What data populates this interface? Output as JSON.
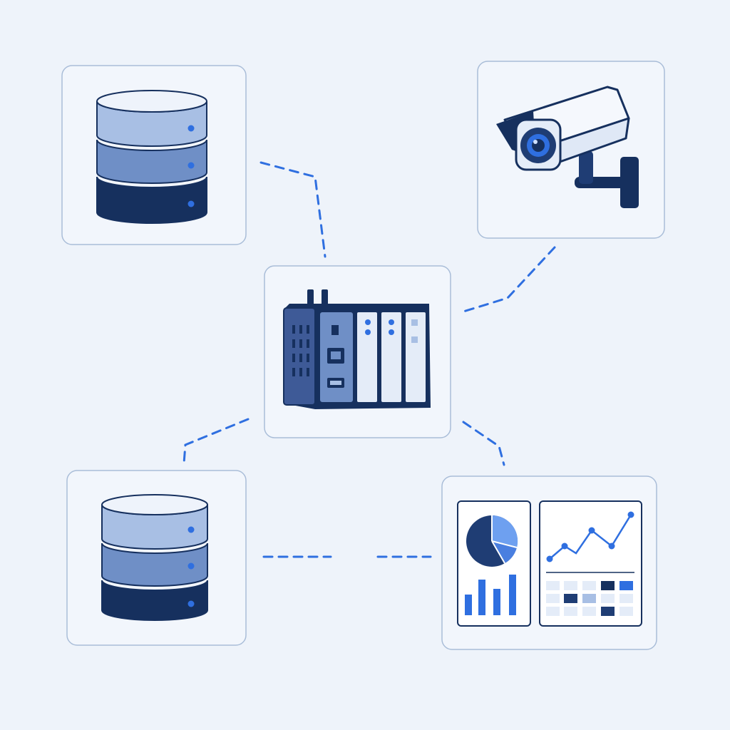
{
  "colors": {
    "background": "#eef3fa",
    "tile_fill": "#f2f6fc",
    "tile_border": "#a9bdd8",
    "navy": "#16305e",
    "mid_blue": "#6f8fc6",
    "light_blue": "#a8bfe4",
    "accent": "#2f6fe0",
    "connector": "#2f6fe0"
  },
  "nodes": [
    {
      "id": "database-top-left",
      "icon": "database-icon"
    },
    {
      "id": "security-camera",
      "icon": "security-camera-icon"
    },
    {
      "id": "industrial-controller",
      "icon": "plc-controller-icon"
    },
    {
      "id": "database-bottom-left",
      "icon": "database-icon"
    },
    {
      "id": "analytics-dashboard",
      "icon": "dashboard-icon"
    }
  ],
  "connections": [
    {
      "from": "database-top-left",
      "to": "industrial-controller"
    },
    {
      "from": "security-camera",
      "to": "industrial-controller"
    },
    {
      "from": "industrial-controller",
      "to": "database-bottom-left"
    },
    {
      "from": "industrial-controller",
      "to": "analytics-dashboard"
    },
    {
      "from": "database-bottom-left",
      "to": "analytics-dashboard"
    }
  ]
}
